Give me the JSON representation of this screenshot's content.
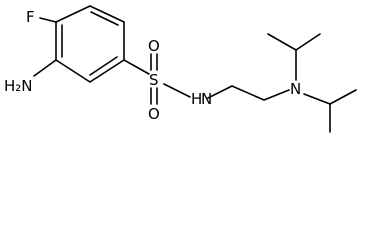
{
  "molecule": {
    "atoms": {
      "fluorine": "F",
      "amine": "H₂N",
      "sulfur": "S",
      "oxygen_top": "O",
      "oxygen_bottom": "O",
      "sulfonamide_n": "N",
      "sulfonamide_h": "H",
      "tertiary_n": "N"
    },
    "colors": {
      "bond": "#000000",
      "label": "#000000",
      "background": "#ffffff"
    }
  }
}
